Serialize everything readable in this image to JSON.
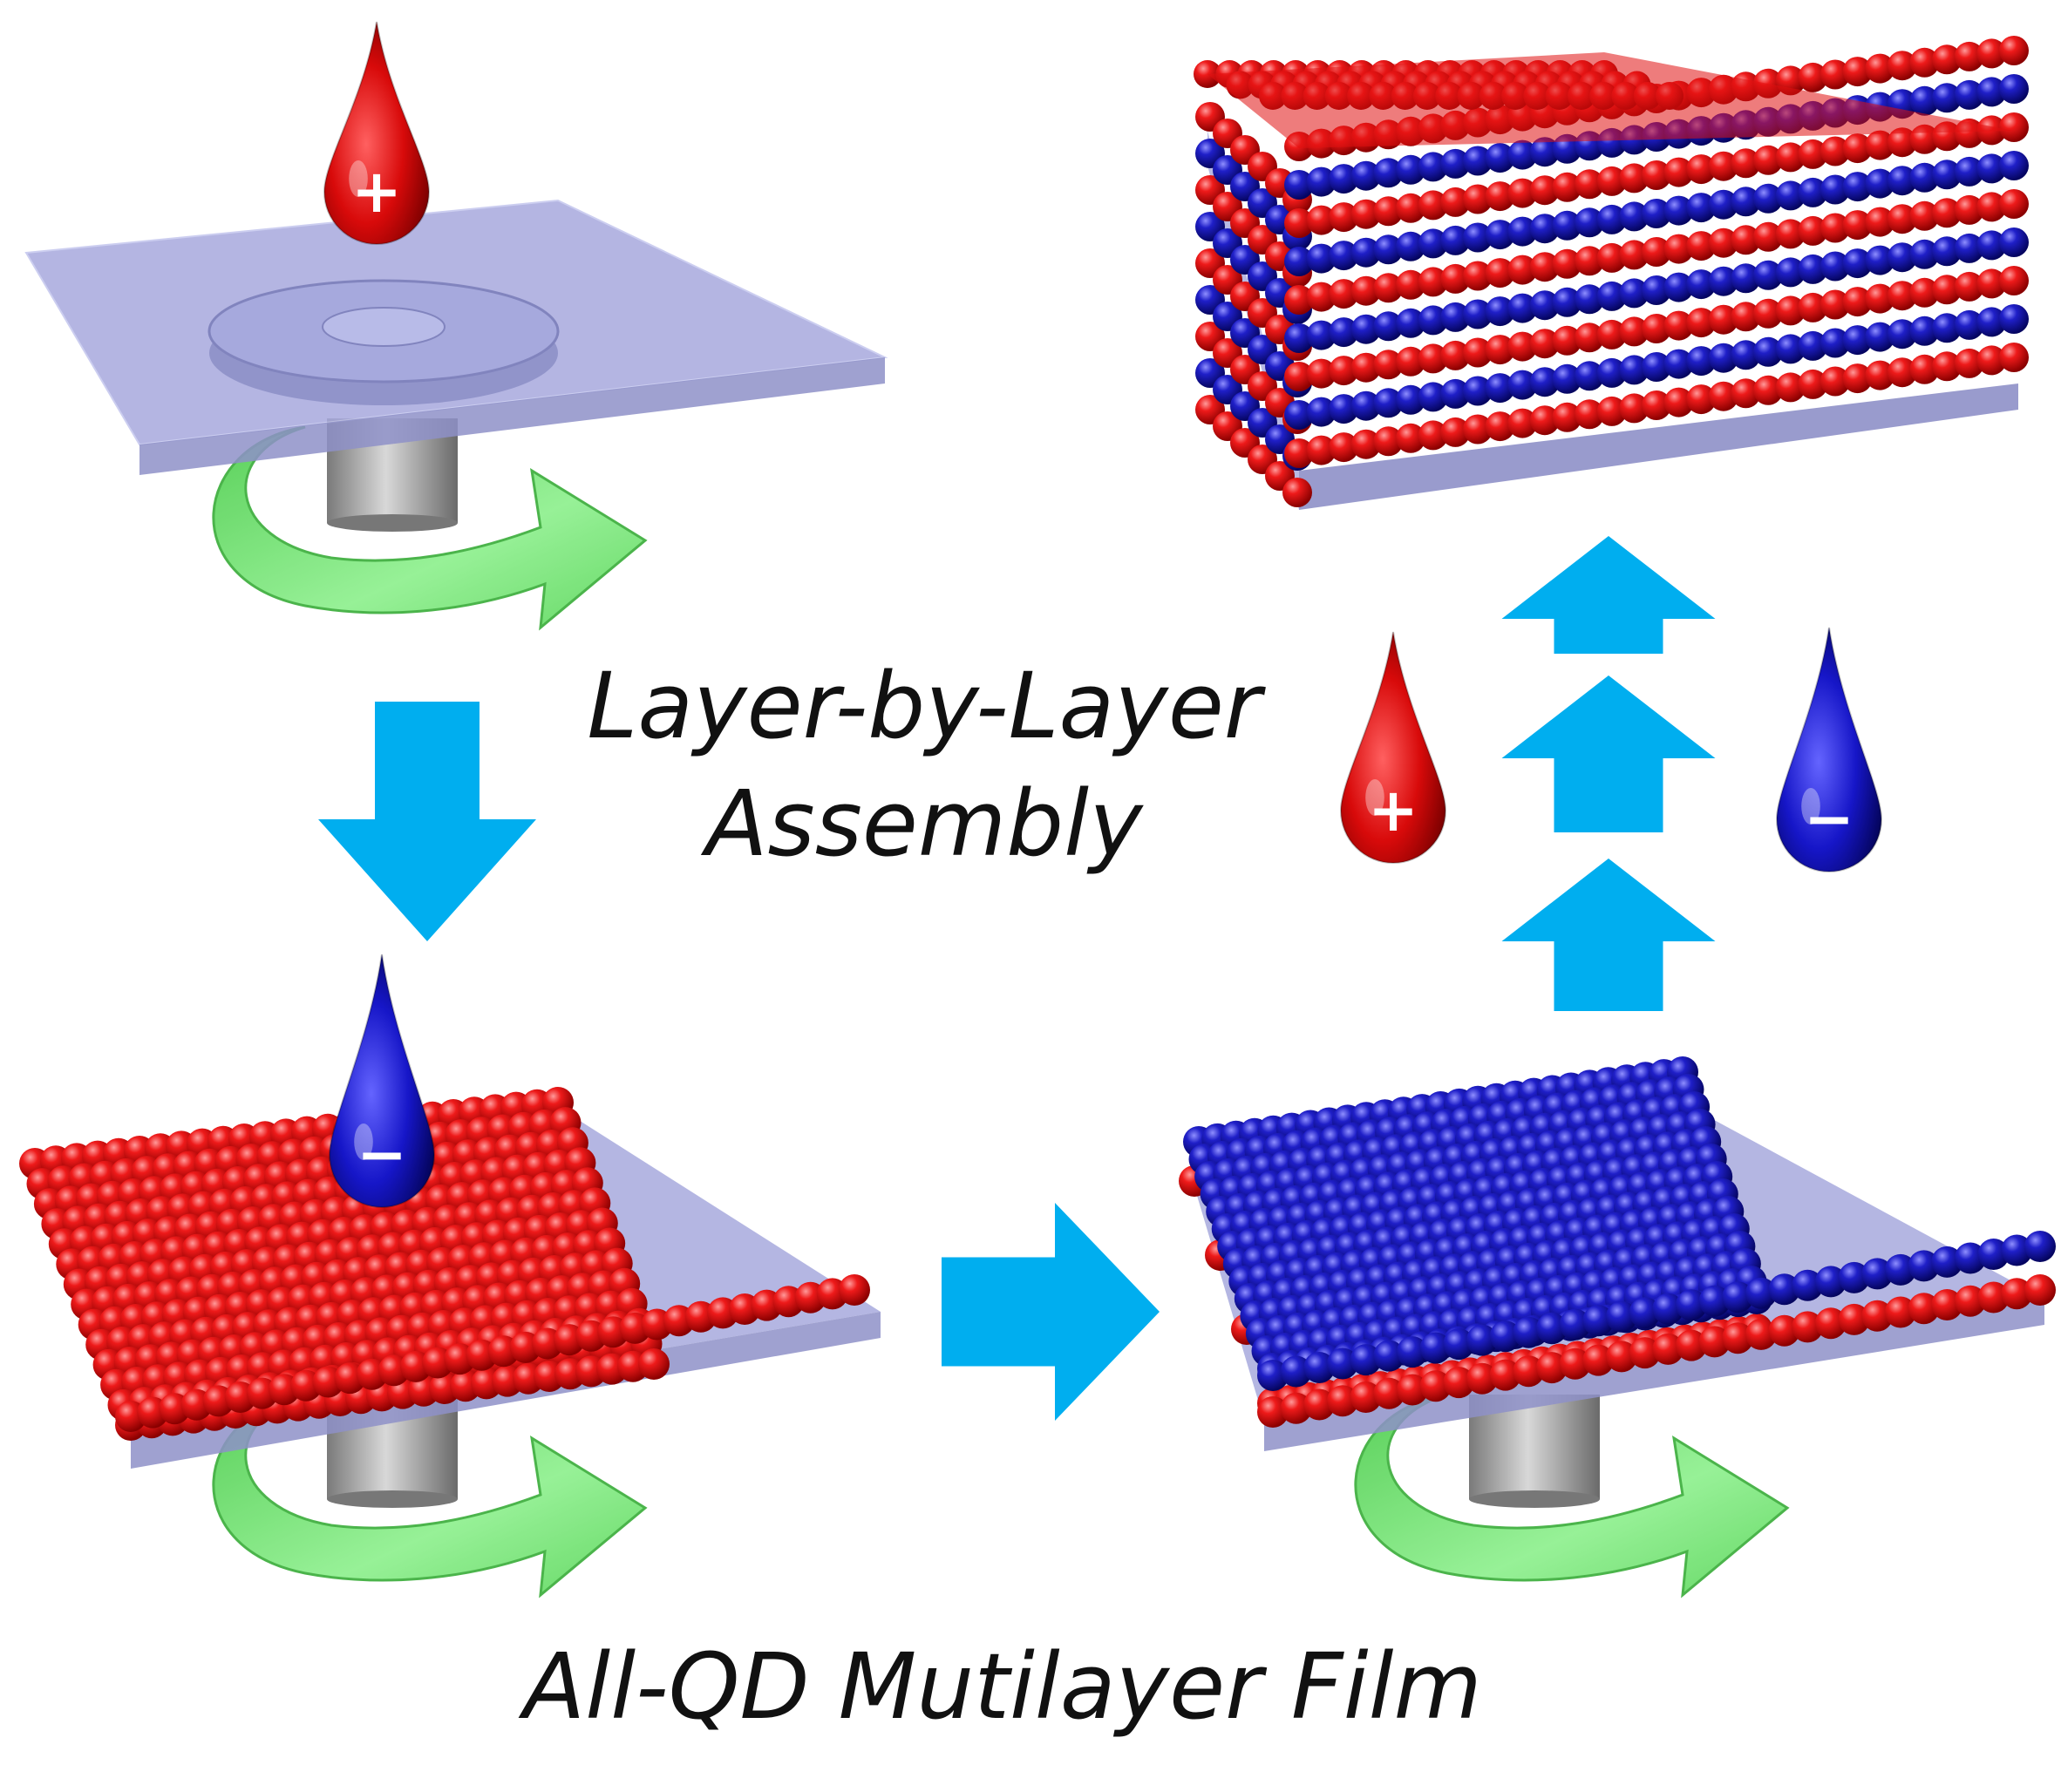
{
  "labels": {
    "title_line1": "Layer-by-Layer",
    "title_line2": "Assembly",
    "caption": "All-QD Mutilayer Film"
  },
  "drop_signs": {
    "positive": "+",
    "negative": "−"
  },
  "colors": {
    "positive_qd": "#dd0a0a",
    "negative_qd": "#1414b4",
    "substrate": "#a7a9dd",
    "spin_arrow": "#6fe26f",
    "process_arrow": "#00aeef",
    "chuck": "#9a9a9a"
  }
}
